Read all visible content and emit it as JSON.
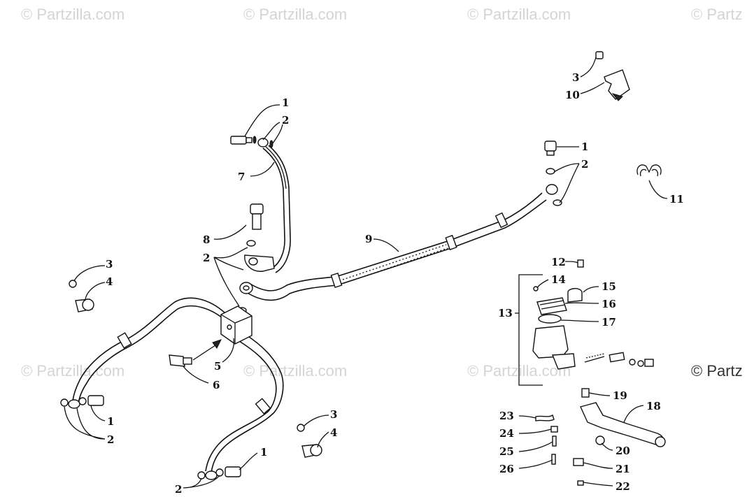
{
  "watermark": {
    "text": "© Partzilla.com",
    "text_cut": "© Partz"
  },
  "callouts": {
    "c1a": "1",
    "c2a": "2",
    "c7": "7",
    "c8": "8",
    "c2b": "2",
    "c3a": "3",
    "c4a": "4",
    "c1b": "1",
    "c2c": "2",
    "c5": "5",
    "c6": "6",
    "c3b": "3",
    "c4b": "4",
    "c1c": "1",
    "c2d": "2",
    "c9": "9",
    "c1d": "1",
    "c2e": "2",
    "c3c": "3",
    "c10": "10",
    "c11": "11",
    "c12": "12",
    "c13": "13",
    "c14": "14",
    "c15": "15",
    "c16": "16",
    "c17": "17",
    "c18": "18",
    "c19": "19",
    "c20": "20",
    "c21": "21",
    "c22": "22",
    "c23": "23",
    "c24": "24",
    "c25": "25",
    "c26": "26"
  }
}
